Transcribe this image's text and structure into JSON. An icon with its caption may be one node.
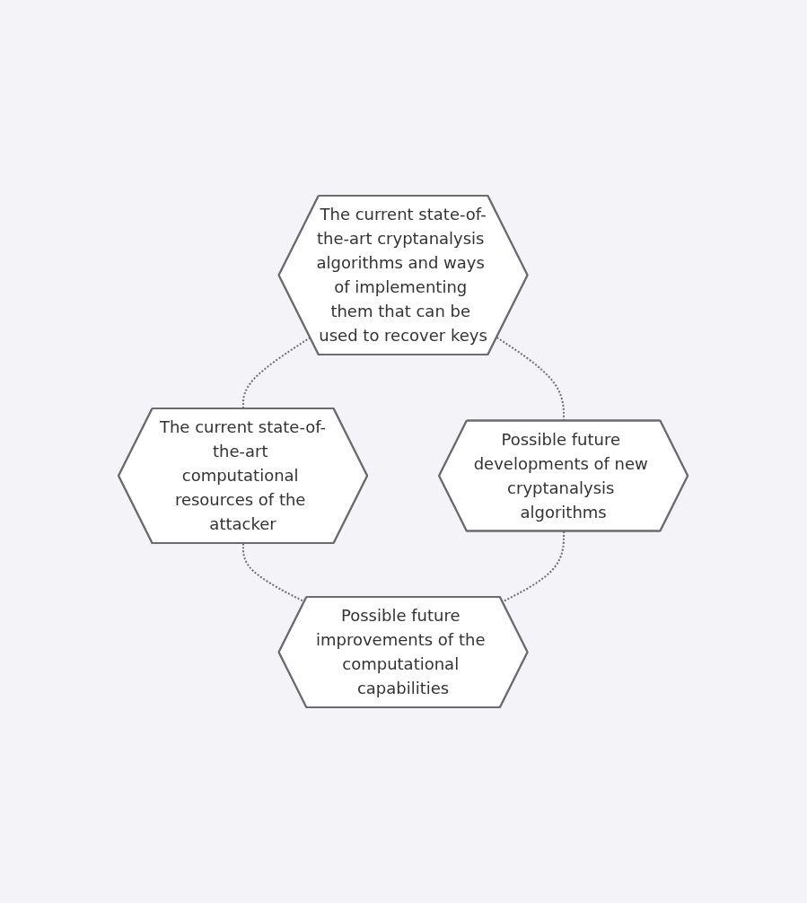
{
  "diagram": {
    "nodes": [
      {
        "text": [
          "The current state-of-the-art cryptanalysis algorithms and ways of implementing them that can be used to recover keys"
        ]
      },
      {
        "text": [
          "The current state-of-the-art computational resources of the attacker"
        ]
      },
      {
        "text": [
          "Possible future developments of new cryptanalysis algorithms"
        ]
      },
      {
        "text": [
          "Possible future improvements of the computational capabilities"
        ]
      }
    ],
    "edges": [
      {
        "from": 0,
        "to": 1,
        "arrow": "none",
        "style": "dashed"
      },
      {
        "from": 0,
        "to": 2,
        "arrow": "none",
        "style": "dashed"
      },
      {
        "from": 1,
        "to": 3,
        "arrow": "none",
        "style": "dashed"
      },
      {
        "from": 2,
        "to": 3,
        "arrow": "none",
        "style": "dashed"
      }
    ]
  }
}
